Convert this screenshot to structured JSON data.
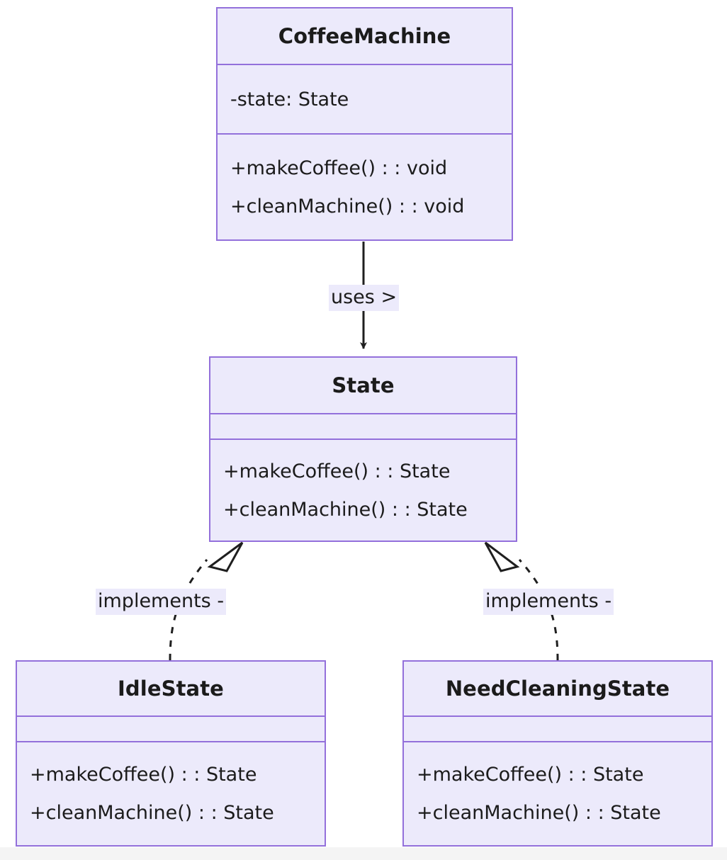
{
  "diagram": {
    "kind": "uml-class-diagram",
    "title": "State pattern coffee machine class diagram",
    "theme": {
      "node_fill": "#ECEAFB",
      "node_border": "#9370DB",
      "text_color": "#1b1b1b",
      "edge_color": "#1f1f1f",
      "page_background": "#ffffff",
      "footer_strip": "#f4f4f4"
    }
  },
  "classes": {
    "coffee_machine": {
      "name": "CoffeeMachine",
      "attributes": [
        "-state: State"
      ],
      "methods": [
        "+makeCoffee() : : void",
        "+cleanMachine() : : void"
      ]
    },
    "state": {
      "name": "State",
      "attributes": [],
      "methods": [
        "+makeCoffee() : : State",
        "+cleanMachine() : : State"
      ]
    },
    "idle_state": {
      "name": "IdleState",
      "attributes": [],
      "methods": [
        "+makeCoffee() : : State",
        "+cleanMachine() : : State"
      ]
    },
    "need_cleaning_state": {
      "name": "NeedCleaningState",
      "attributes": [],
      "methods": [
        "+makeCoffee() : : State",
        "+cleanMachine() : : State"
      ]
    }
  },
  "relationships": {
    "uses": {
      "label": "uses >",
      "from": "CoffeeMachine",
      "to": "State",
      "type": "dependency",
      "line": "solid",
      "arrowhead": "filled-arrow"
    },
    "implements_idle": {
      "label": "implements -",
      "from": "IdleState",
      "to": "State",
      "type": "realization",
      "line": "dashed",
      "arrowhead": "hollow-triangle"
    },
    "implements_need_cleaning": {
      "label": "implements -",
      "from": "NeedCleaningState",
      "to": "State",
      "type": "realization",
      "line": "dashed",
      "arrowhead": "hollow-triangle"
    }
  }
}
